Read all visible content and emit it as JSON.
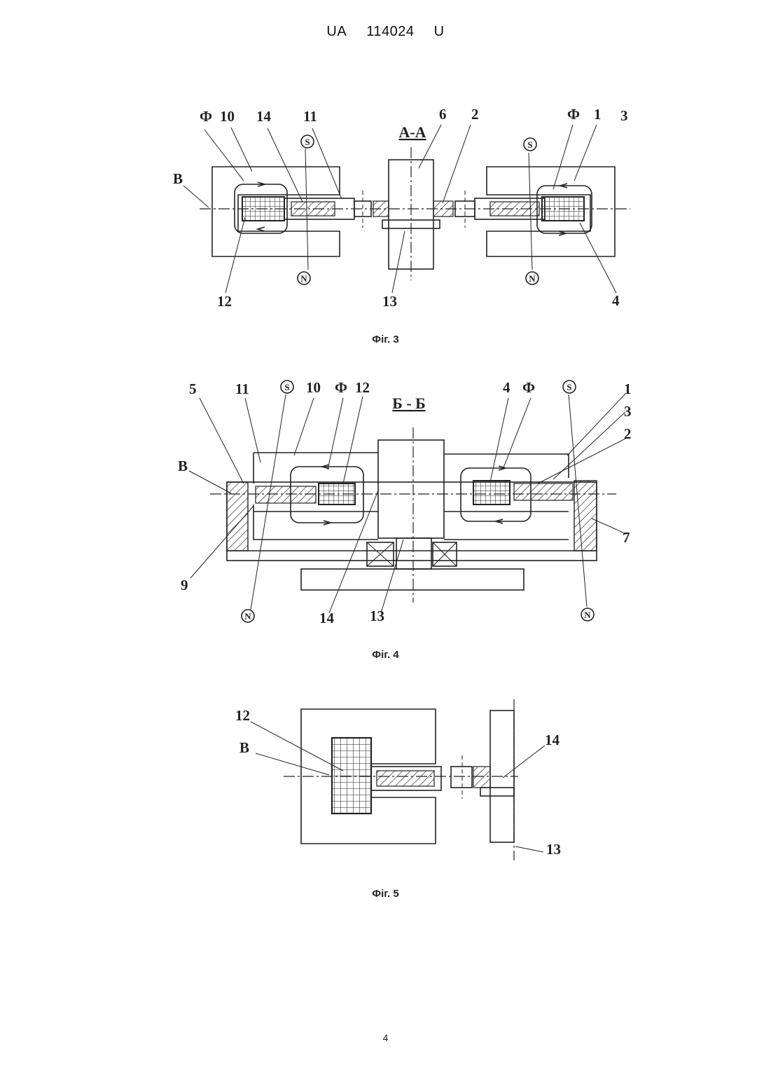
{
  "header": {
    "country": "UA",
    "number": "114024",
    "kind": "U"
  },
  "fig3": {
    "caption": "Фіг. 3",
    "section": "А-А",
    "labels": {
      "phi_left": "Ф",
      "l10": "10",
      "l14": "14",
      "l11": "11",
      "l6": "6",
      "l2": "2",
      "phi_right": "Ф",
      "l1": "1",
      "l3": "3",
      "lB": "B",
      "l12": "12",
      "l13": "13",
      "l4": "4"
    },
    "poles": {
      "s_left": "S",
      "s_right": "S",
      "n_left": "N",
      "n_right": "N"
    }
  },
  "fig4": {
    "caption": "Фіг. 4",
    "section": "Б - Б",
    "labels": {
      "l5": "5",
      "l11": "11",
      "l10": "10",
      "phi_left": "Ф",
      "l12": "12",
      "l4": "4",
      "phi_right": "Ф",
      "l1": "1",
      "l3": "3",
      "l2": "2",
      "lB": "B",
      "l7": "7",
      "l9": "9",
      "l14": "14",
      "l13": "13"
    },
    "poles": {
      "s_left": "S",
      "s_right": "S",
      "n_left": "N",
      "n_right": "N"
    }
  },
  "fig5": {
    "caption": "Фіг. 5",
    "labels": {
      "l12": "12",
      "lB": "B",
      "l14": "14",
      "l13": "13"
    }
  },
  "page_number": "4"
}
